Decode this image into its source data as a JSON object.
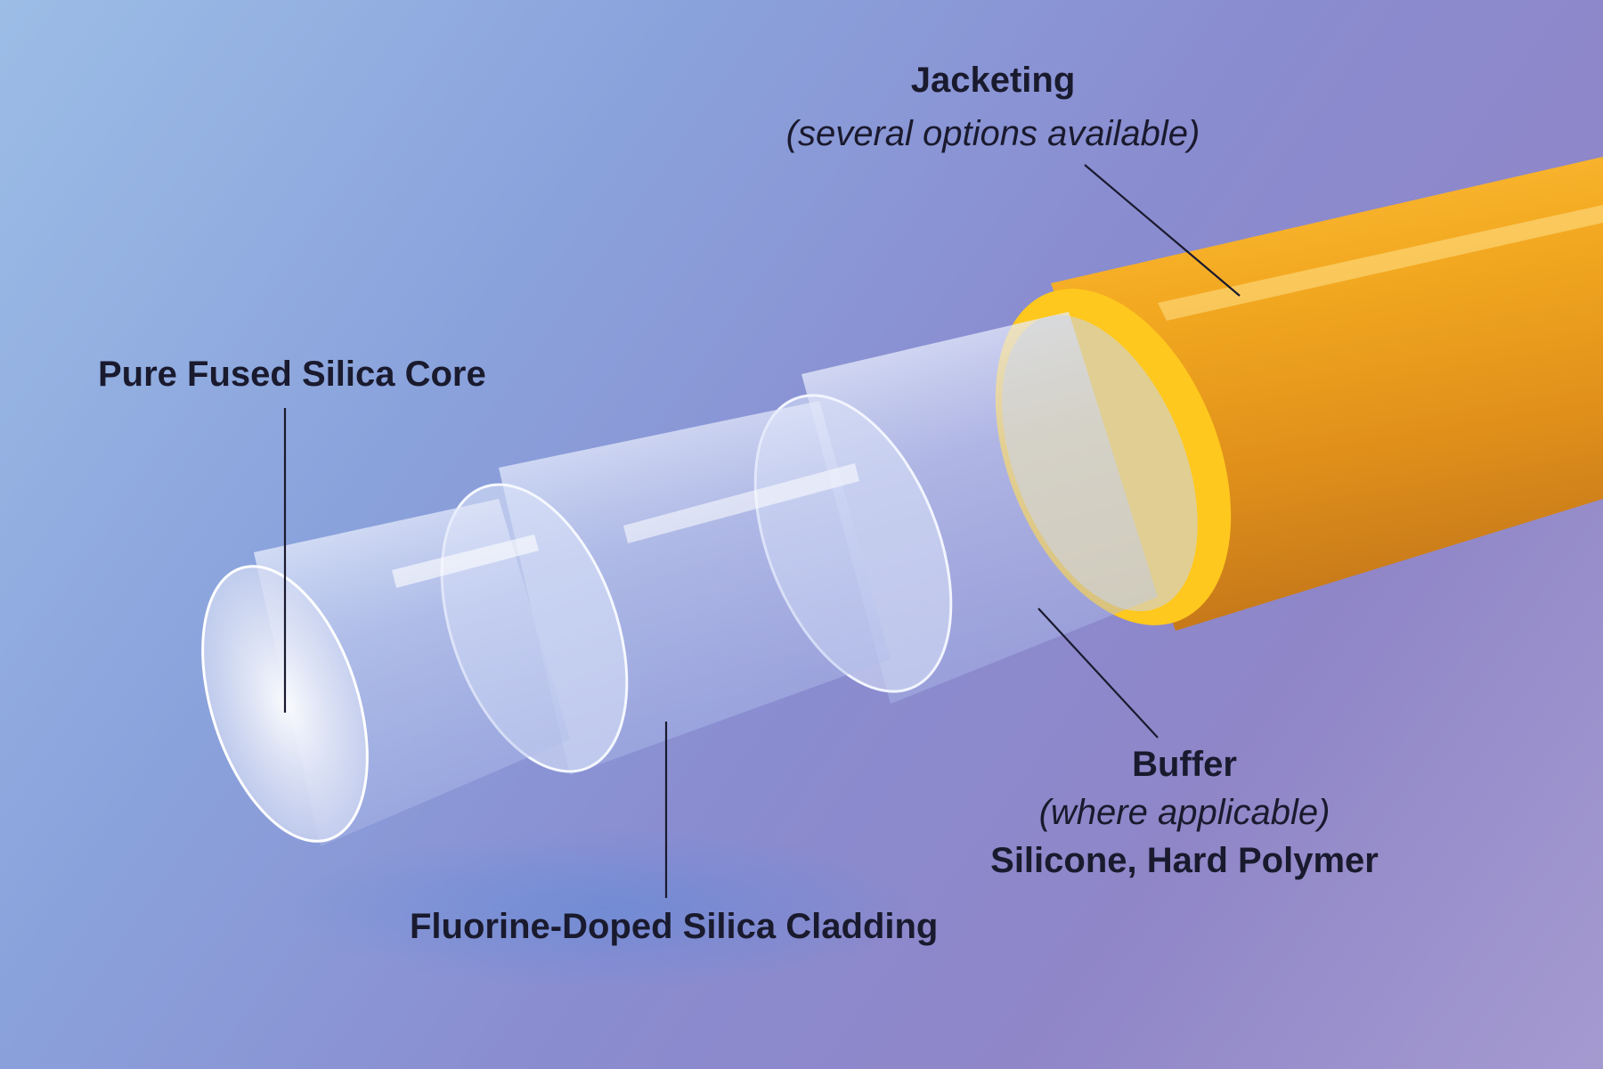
{
  "labels": {
    "jacketing": "Jacketing",
    "jacketing_note": "(several options available)",
    "core": "Pure Fused Silica Core",
    "cladding": "Fluorine-Doped Silica Cladding",
    "buffer": "Buffer",
    "buffer_note": "(where applicable)",
    "buffer_materials": "Silicone, Hard Polymer"
  },
  "colors": {
    "jacket": "#f0a21a",
    "jacket_ring": "#ffc81e",
    "glass": "#e8eefc",
    "leader_line": "#1a1a2e"
  }
}
